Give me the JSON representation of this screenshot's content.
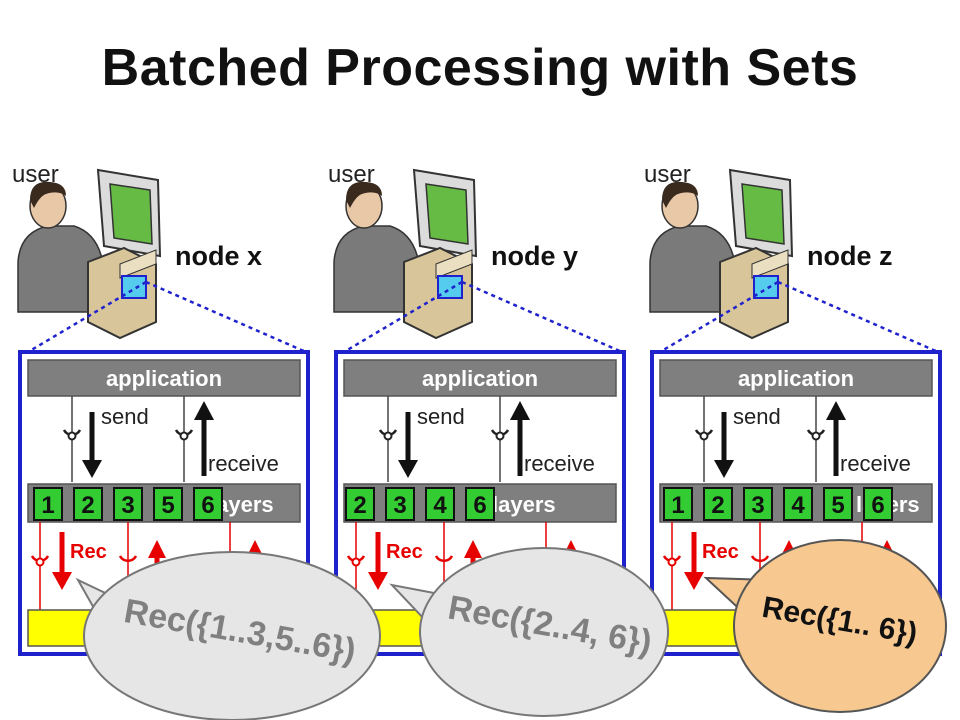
{
  "slide": {
    "title": "Batched Processing with Sets"
  },
  "labels": {
    "user": "user",
    "application": "application",
    "send": "send",
    "receive": "receive",
    "rec": "Rec"
  },
  "nodes": [
    {
      "name": "node x",
      "layers_text": "layers",
      "numbers": [
        "1",
        "2",
        "3",
        "5",
        "6"
      ],
      "bubble": "Rec({1..3,5..6})"
    },
    {
      "name": "node y",
      "layers_text": "layers",
      "numbers": [
        "2",
        "3",
        "4",
        "6"
      ],
      "bubble": "Rec({2..4, 6})"
    },
    {
      "name": "node z",
      "layers_text": "layers",
      "numbers": [
        "1",
        "2",
        "3",
        "4",
        "5",
        "6"
      ],
      "bubble": "Rec({1.. 6})"
    }
  ],
  "colors": {
    "frame": "#1f22cc",
    "bar": "#7f7f7f",
    "yellow": "#ffff00",
    "green": "#33cc33",
    "red": "#e60000",
    "bubble_gray": "#e6e6e6",
    "bubble_orange": "#f7c890"
  }
}
